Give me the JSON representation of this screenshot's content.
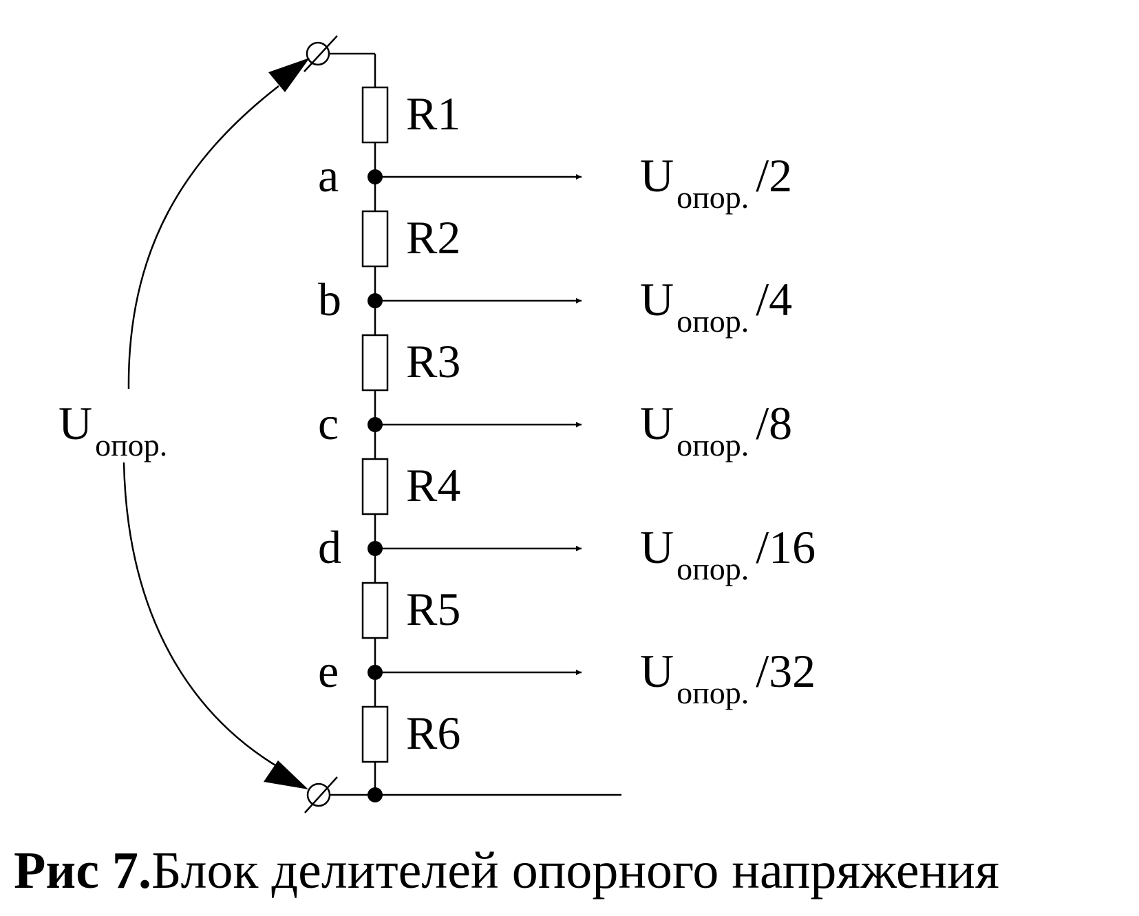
{
  "source_label": {
    "main": "U",
    "sub": "опор."
  },
  "resistors": [
    {
      "label": "R1"
    },
    {
      "label": "R2"
    },
    {
      "label": "R3"
    },
    {
      "label": "R4"
    },
    {
      "label": "R5"
    },
    {
      "label": "R6"
    }
  ],
  "taps": [
    {
      "node": "a",
      "main": "U",
      "sub": "опор.",
      "ratio": "/2"
    },
    {
      "node": "b",
      "main": "U",
      "sub": "опор.",
      "ratio": "/4"
    },
    {
      "node": "c",
      "main": "U",
      "sub": "опор.",
      "ratio": "/8"
    },
    {
      "node": "d",
      "main": "U",
      "sub": "опор.",
      "ratio": "/16"
    },
    {
      "node": "e",
      "main": "U",
      "sub": "опор.",
      "ratio": "/32"
    }
  ],
  "caption": {
    "bold": "Рис 7.",
    "text": "Блок делителей опорного напряжения"
  }
}
